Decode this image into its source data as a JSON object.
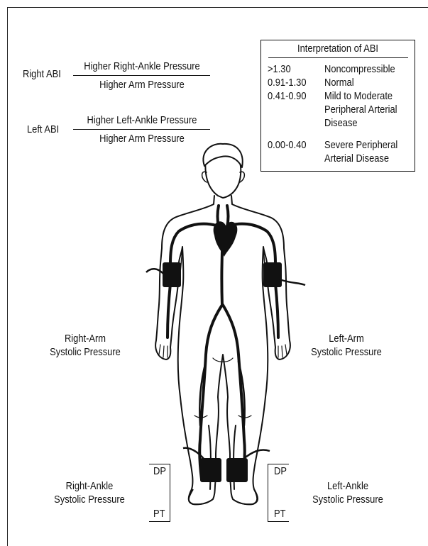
{
  "formulas": {
    "right": {
      "label": "Right ABI",
      "numerator": "Higher Right-Ankle Pressure",
      "denominator": "Higher Arm Pressure"
    },
    "left": {
      "label": "Left ABI",
      "numerator": "Higher Left-Ankle Pressure",
      "denominator": "Higher Arm Pressure"
    }
  },
  "interpretation": {
    "title": "Interpretation of ABI",
    "rows": [
      {
        "range": ">1.30",
        "meaning": "Noncompressible"
      },
      {
        "range": "0.91-1.30",
        "meaning": "Normal"
      },
      {
        "range": "0.41-0.90",
        "meaning_line1": "Mild to Moderate",
        "meaning_line2": "Peripheral Arterial",
        "meaning_line3": "Disease"
      },
      {
        "range": "0.00-0.40",
        "meaning_line1": "Severe Peripheral",
        "meaning_line2": "Arterial Disease"
      }
    ]
  },
  "labels": {
    "right_arm": [
      "Right-Arm",
      "Systolic Pressure"
    ],
    "left_arm": [
      "Left-Arm",
      "Systolic Pressure"
    ],
    "right_ankle": [
      "Right-Ankle",
      "Systolic Pressure"
    ],
    "left_ankle": [
      "Left-Ankle",
      "Systolic Pressure"
    ]
  },
  "pulses": {
    "dp": "DP",
    "pt": "PT"
  },
  "colors": {
    "ink": "#111111",
    "background": "#ffffff"
  }
}
